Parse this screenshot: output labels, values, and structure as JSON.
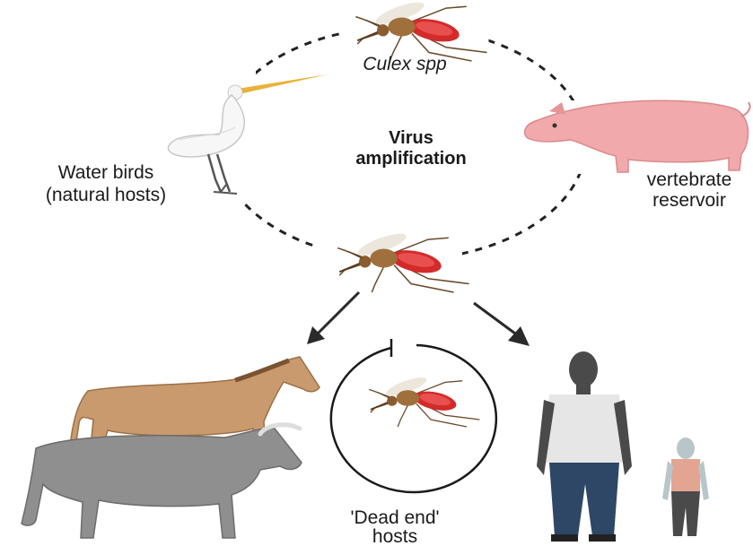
{
  "labels": {
    "culex": "Culex spp",
    "virus_line1": "Virus",
    "virus_line2": "amplification",
    "water_line1": "Water birds",
    "water_line2": "(natural hosts)",
    "vert_line1": "vertebrate",
    "vert_line2": "reservoir",
    "dead_line1": "'Dead end'",
    "dead_line2": "hosts"
  },
  "icons": [
    "mosquito-icon",
    "egret-icon",
    "pig-icon",
    "horse-icon",
    "cattle-icon",
    "adult-human-icon",
    "child-human-icon"
  ],
  "colors": {
    "mosquito_body": "#a0703c",
    "mosquito_blood": "#d42a2a",
    "pig": "#f2a9ab",
    "horse": "#c89a6e",
    "cattle": "#8f8f8f",
    "human_skin": "#4a4a4a",
    "shirt": "#e6e6e6",
    "jeans": "#2e4766"
  }
}
